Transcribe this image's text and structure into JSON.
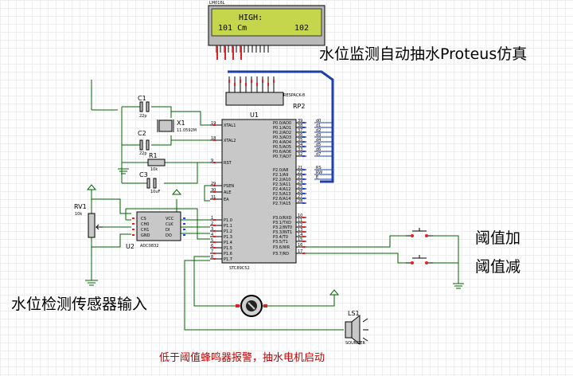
{
  "lcd": {
    "model": "LM016L",
    "line1": "HIGH:",
    "line2_left": "101 Cm",
    "line2_right": "102"
  },
  "mcu": {
    "ref": "U1",
    "part": "STC89C52",
    "left_pins": [
      {
        "num": "19",
        "name": "XTAL1"
      },
      {
        "num": "18",
        "name": "XTAL2"
      },
      {
        "num": "9",
        "name": "RST"
      },
      {
        "num": "29",
        "name": "PSEN"
      },
      {
        "num": "30",
        "name": "ALE"
      },
      {
        "num": "31",
        "name": "EA"
      },
      {
        "num": "1",
        "name": "P1.0"
      },
      {
        "num": "2",
        "name": "P1.1"
      },
      {
        "num": "3",
        "name": "P1.2"
      },
      {
        "num": "4",
        "name": "P1.3"
      },
      {
        "num": "5",
        "name": "P1.4"
      },
      {
        "num": "6",
        "name": "P1.5"
      },
      {
        "num": "7",
        "name": "P1.6"
      },
      {
        "num": "8",
        "name": "P1.7"
      }
    ],
    "right_pins": [
      {
        "num": "39",
        "name": "P0.0/AD0"
      },
      {
        "num": "38",
        "name": "P0.1/AD1"
      },
      {
        "num": "37",
        "name": "P0.2/AD2"
      },
      {
        "num": "36",
        "name": "P0.3/AD3"
      },
      {
        "num": "35",
        "name": "P0.4/AD4"
      },
      {
        "num": "34",
        "name": "P0.5/AD5"
      },
      {
        "num": "33",
        "name": "P0.6/AD6"
      },
      {
        "num": "32",
        "name": "P0.7/AD7"
      },
      {
        "num": "21",
        "name": "P2.0/A8"
      },
      {
        "num": "22",
        "name": "P2.1/A9"
      },
      {
        "num": "23",
        "name": "P2.2/A10"
      },
      {
        "num": "24",
        "name": "P2.3/A11"
      },
      {
        "num": "25",
        "name": "P2.4/A12"
      },
      {
        "num": "26",
        "name": "P2.5/A13"
      },
      {
        "num": "27",
        "name": "P2.6/A14"
      },
      {
        "num": "28",
        "name": "P2.7/A15"
      },
      {
        "num": "10",
        "name": "P3.0/RXD"
      },
      {
        "num": "11",
        "name": "P3.1/TXD"
      },
      {
        "num": "12",
        "name": "P3.2/INT0"
      },
      {
        "num": "13",
        "name": "P3.3/INT1"
      },
      {
        "num": "14",
        "name": "P3.4/T0"
      },
      {
        "num": "15",
        "name": "P3.5/T1"
      },
      {
        "num": "16",
        "name": "P3.6/WR"
      },
      {
        "num": "17",
        "name": "P3.7/RD"
      }
    ],
    "net_labels": [
      "d0",
      "d1",
      "d2",
      "d3",
      "d4",
      "d5",
      "d6",
      "d7",
      "RS",
      "RW",
      "E"
    ]
  },
  "components": {
    "c1": "C1",
    "c1_value": "22p",
    "c2": "C2",
    "c2_value": "22p",
    "x1": "X1",
    "x1_value": "11.0592M",
    "r1": "R1",
    "r1_value": "10k",
    "c3": "C3",
    "c3_value": "10uF",
    "rv1": "RV1",
    "rv1_value": "10k",
    "u2": "U2",
    "u2_part": "ADC0832",
    "u2_pins_left": [
      "CS",
      "CH0",
      "CH1",
      "GND"
    ],
    "u2_pins_right": [
      "VCC",
      "CLK",
      "DI",
      "DO"
    ],
    "rp2": "RP2",
    "rp2_part": "RESPACK-8",
    "ls1": "LS1",
    "ls1_part": "SOUNDER"
  },
  "annotations": {
    "title": "水位监测自动抽水Proteus仿真",
    "threshold_up": "阈值加",
    "threshold_down": "阈值减",
    "sensor_input": "水位检测传感器输入",
    "bottom_note": "低于阈值蜂鸣器报警，抽水电机启动"
  },
  "colors": {
    "wire": "#006400",
    "bus": "#1e3fa8",
    "annotation_red": "#c00000",
    "component_fill": "#c8c8c8",
    "lcd_fill": "#c6d64c"
  }
}
